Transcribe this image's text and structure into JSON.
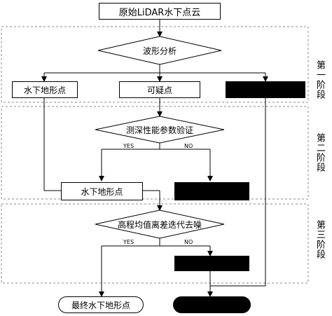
{
  "nodes": {
    "source": "原始LiDAR水下点云",
    "waveform_analysis": "波形分析",
    "underwater_terrain_1": "水下地形点",
    "suspicious": "可疑点",
    "sounding_verification": "测深性能参数验证",
    "underwater_terrain_2": "水下地形点",
    "iterative_denoise": "高程均值离差迭代去噪",
    "final_terrain": "最终水下地形点"
  },
  "edge_labels": {
    "stage2_yes": "YES",
    "stage2_no": "NO",
    "stage3_yes": "YES",
    "stage3_no": "NO"
  },
  "stages": {
    "stage1": "第一阶段",
    "stage2": "第二阶段",
    "stage3": "第三阶段"
  }
}
